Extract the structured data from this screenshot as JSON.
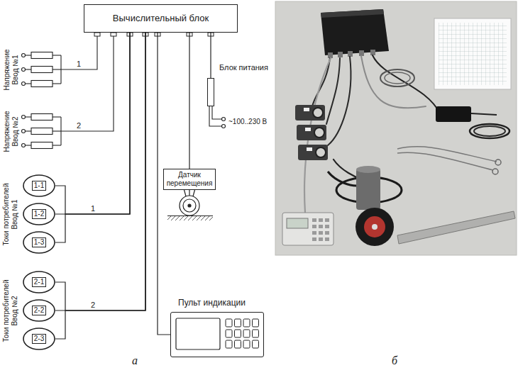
{
  "diagram": {
    "nodes": [
      {
        "text": [
          "Вычислительный блок"
        ]
      },
      {
        "text": [
          "Блок питания"
        ]
      },
      {
        "text": [
          "Датчик перемещения"
        ]
      },
      {
        "text": [
          "1-1"
        ]
      },
      {
        "text": [
          "1-2"
        ]
      },
      {
        "text": [
          "1-3"
        ]
      },
      {
        "text": [
          "2-1"
        ]
      },
      {
        "text": [
          "2-2"
        ]
      },
      {
        "text": [
          "2-3"
        ]
      },
      {
        "text": [
          "Пульт индикации"
        ]
      }
    ],
    "edges": [
      {
        "from": 0,
        "to": 1,
        "arrow": "none"
      },
      {
        "from": 0,
        "to": 2,
        "arrow": "none"
      },
      {
        "from": 3,
        "to": 0,
        "arrow": "none"
      },
      {
        "from": 4,
        "to": 0,
        "arrow": "none"
      },
      {
        "from": 5,
        "to": 0,
        "arrow": "none"
      },
      {
        "from": 6,
        "to": 0,
        "arrow": "none"
      },
      {
        "from": 7,
        "to": 0,
        "arrow": "none"
      },
      {
        "from": 8,
        "to": 0,
        "arrow": "none"
      },
      {
        "from": 0,
        "to": 9,
        "arrow": "none"
      }
    ],
    "labels": [
      "Напряжение Ввод №1",
      "1",
      "Напряжение Ввод №2",
      "2",
      "~100..230 В",
      "Токи потребителей Ввод №1",
      "1",
      "Токи потребителей Ввод №2",
      "2",
      "а",
      "б"
    ]
  }
}
